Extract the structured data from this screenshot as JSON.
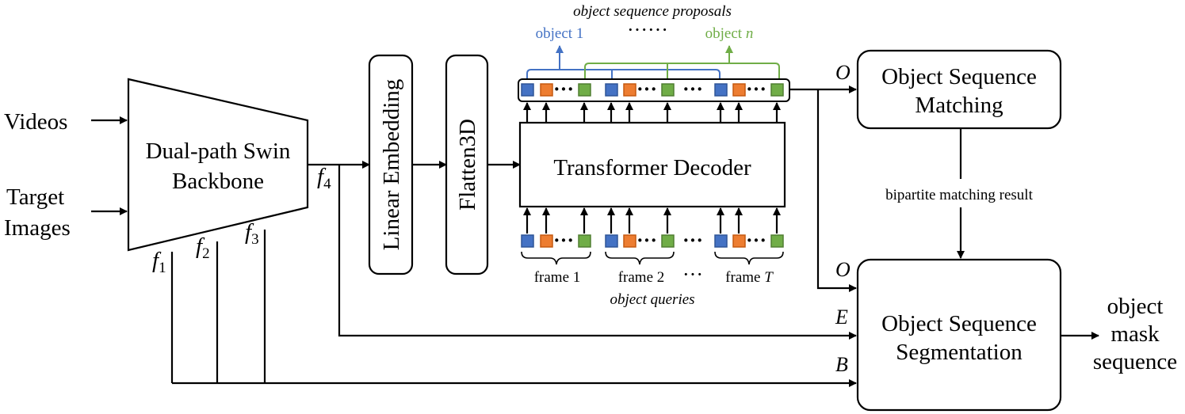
{
  "inputs": {
    "videos": "Videos",
    "target_images_line1": "Target",
    "target_images_line2": "Images"
  },
  "backbone": {
    "line1": "Dual-path Swin",
    "line2": "Backbone"
  },
  "features": {
    "f1": "f",
    "f1_sub": "1",
    "f2": "f",
    "f2_sub": "2",
    "f3": "f",
    "f3_sub": "3",
    "f4": "f",
    "f4_sub": "4"
  },
  "linear_embedding": "Linear Embedding",
  "flatten3d": "Flatten3D",
  "transformer_decoder": "Transformer Decoder",
  "proposals": {
    "title": "object sequence proposals",
    "object_1": "object 1",
    "dots": "······",
    "object_n": "object ",
    "object_n_var": "n"
  },
  "queries": {
    "frame_1": "frame 1",
    "frame_2": "frame 2",
    "frame_T": "frame ",
    "frame_T_var": "T",
    "title": "object queries",
    "ellipsis": "···"
  },
  "matching": {
    "line1": "Object Sequence",
    "line2": "Matching"
  },
  "matching_result": "bipartite matching result",
  "segmentation": {
    "line1": "Object Sequence",
    "line2": "Segmentation"
  },
  "inputs_to_seg": {
    "O_top": "O",
    "O_bottom": "O",
    "E": "E",
    "B": "B"
  },
  "output": {
    "line1": "object",
    "line2": "mask",
    "line3": "sequence"
  },
  "colors": {
    "blue": "#4472C4",
    "orange": "#ED7D31",
    "green": "#70AD47",
    "blue_dark": "#2F5597",
    "orange_dark": "#C55A11",
    "green_dark": "#507E32"
  }
}
